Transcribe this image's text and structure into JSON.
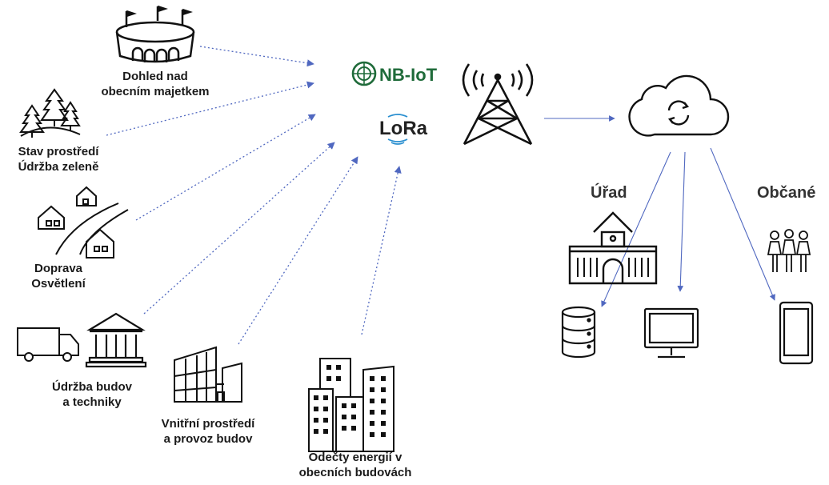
{
  "colors": {
    "connector": "#5068c0",
    "icon": "#111111",
    "nbiot": "#1f6b3a",
    "lora_wave": "#2a8fd0"
  },
  "sources": [
    {
      "id": "dohled",
      "lines": [
        "Dohled nad",
        "obecním majetkem"
      ],
      "icon": "stadium-icon"
    },
    {
      "id": "prostredi",
      "lines": [
        "Stav prostředí",
        "Údržba zeleně"
      ],
      "icon": "trees-icon"
    },
    {
      "id": "doprava",
      "lines": [
        "Doprava",
        "Osvětlení"
      ],
      "icon": "road-houses-icon"
    },
    {
      "id": "udrzba",
      "lines": [
        "Údržba budov",
        "a techniky"
      ],
      "icon": "truck-bank-icon"
    },
    {
      "id": "vnitrni",
      "lines": [
        "Vnitřní prostředí",
        "a provoz budov"
      ],
      "icon": "factory-icon"
    },
    {
      "id": "odecty",
      "lines": [
        "Odečty energií v",
        "obecních budovách"
      ],
      "icon": "city-buildings-icon"
    }
  ],
  "protocols": {
    "nbiot": "NB-IoT",
    "lora": "LoRa"
  },
  "targets": {
    "urad": "Úřad",
    "obcane": "Občané"
  },
  "icons": [
    "antenna-tower-icon",
    "cloud-sync-icon",
    "townhall-icon",
    "people-icon",
    "database-icon",
    "monitor-icon",
    "smartphone-icon"
  ]
}
